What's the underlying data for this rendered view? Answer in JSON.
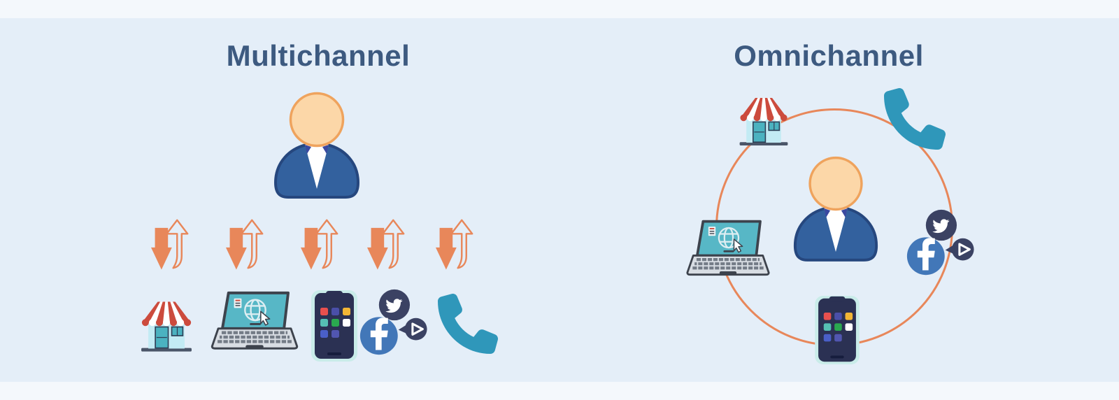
{
  "background_color": "#e4eef8",
  "colors": {
    "title_text": "#3d5a80",
    "accent_orange": "#e8875a",
    "person_suit_blue": "#33619e",
    "person_skin": "#fcd7a8",
    "teal": "#2f97ba",
    "screen_teal": "#57b7c6",
    "navy_dark": "#3b4263",
    "facebook_blue": "#4277b8",
    "store_red": "#cc4b3d",
    "store_wall_blue": "#c3ebf4"
  },
  "left": {
    "title": "Multichannel",
    "person_icon": "customer-person-icon",
    "arrow_icon": "two-way-arrows-icon",
    "arrow_count": 5,
    "channel_icons": [
      "store-icon",
      "laptop-website-icon",
      "smartphone-app-icon",
      "social-media-icon",
      "phone-handset-icon"
    ]
  },
  "right": {
    "title": "Omnichannel",
    "person_icon": "customer-person-icon",
    "ring_icon": "connection-circle",
    "channel_icons": [
      "store-icon",
      "phone-handset-icon",
      "laptop-website-icon",
      "social-media-icon",
      "smartphone-app-icon"
    ]
  }
}
